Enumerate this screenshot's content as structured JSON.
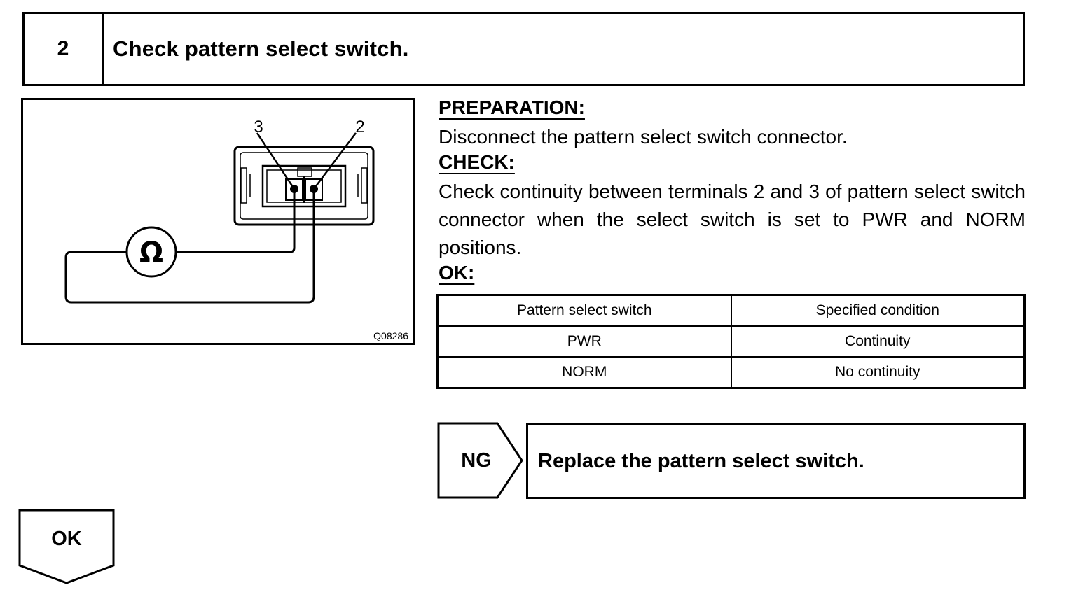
{
  "step": {
    "number": "2",
    "title": "Check pattern select switch."
  },
  "diagram": {
    "terminal_left": "3",
    "terminal_right": "2",
    "meter_symbol": "Ω",
    "figure_code": "Q08286"
  },
  "instructions": {
    "preparation_heading": "PREPARATION:",
    "preparation_text": "Disconnect the pattern select switch connector.",
    "check_heading": "CHECK:",
    "check_text": "Check continuity between terminals 2 and 3 of pattern select switch connector when the select switch is set to PWR and NORM positions.",
    "ok_heading": "OK:"
  },
  "spec_table": {
    "headers": [
      "Pattern select switch",
      "Specified condition"
    ],
    "rows": [
      [
        "PWR",
        "Continuity"
      ],
      [
        "NORM",
        "No continuity"
      ]
    ]
  },
  "ng": {
    "label": "NG",
    "action": "Replace the pattern select switch."
  },
  "ok": {
    "label": "OK"
  }
}
